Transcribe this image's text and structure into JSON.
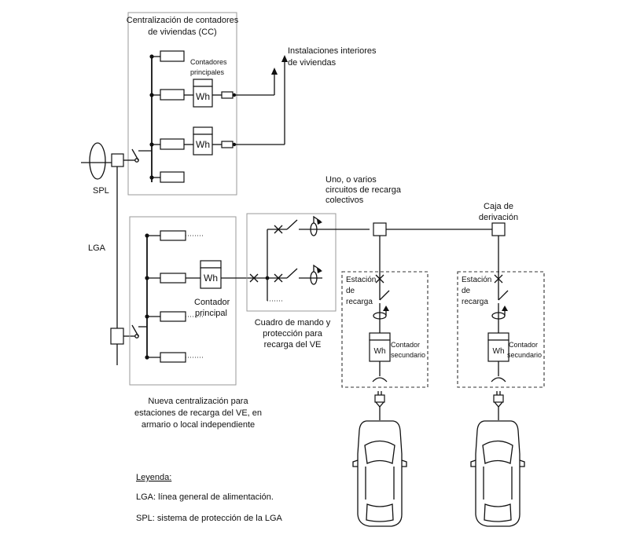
{
  "labels": {
    "cc_title_1": "Centralización de contadores",
    "cc_title_2": "de viviendas (CC)",
    "contadores_principales_1": "Contadores",
    "contadores_principales_2": "principales",
    "instalaciones_1": "Instalaciones interiores",
    "instalaciones_2": "de viviendas",
    "spl": "SPL",
    "lga": "LGA",
    "circuitos_1": "Uno, o varios",
    "circuitos_2": "circuitos de recarga",
    "circuitos_3": "colectivos",
    "caja_1": "Caja de",
    "caja_2": "derivación",
    "contador_principal_1": "Contador",
    "contador_principal_2": "principal",
    "cuadro_1": "Cuadro de mando y",
    "cuadro_2": "protección para",
    "cuadro_3": "recarga del VE",
    "nueva_1": "Nueva centralización para",
    "nueva_2": "estaciones de recarga del VE, en",
    "nueva_3": "armario o local independiente",
    "estacion_1": "Estación",
    "estacion_2": "de",
    "estacion_3": "recarga",
    "contador_secundario_1": "Contador",
    "contador_secundario_2": "secundario",
    "meter": "Wh"
  },
  "legend": {
    "title": "Leyenda:",
    "lga": "LGA: línea general de alimentación.",
    "spl": "SPL: sistema de protección de la LGA"
  },
  "colors": {
    "line": "#111111",
    "enclosure": "#9a9a9a"
  }
}
